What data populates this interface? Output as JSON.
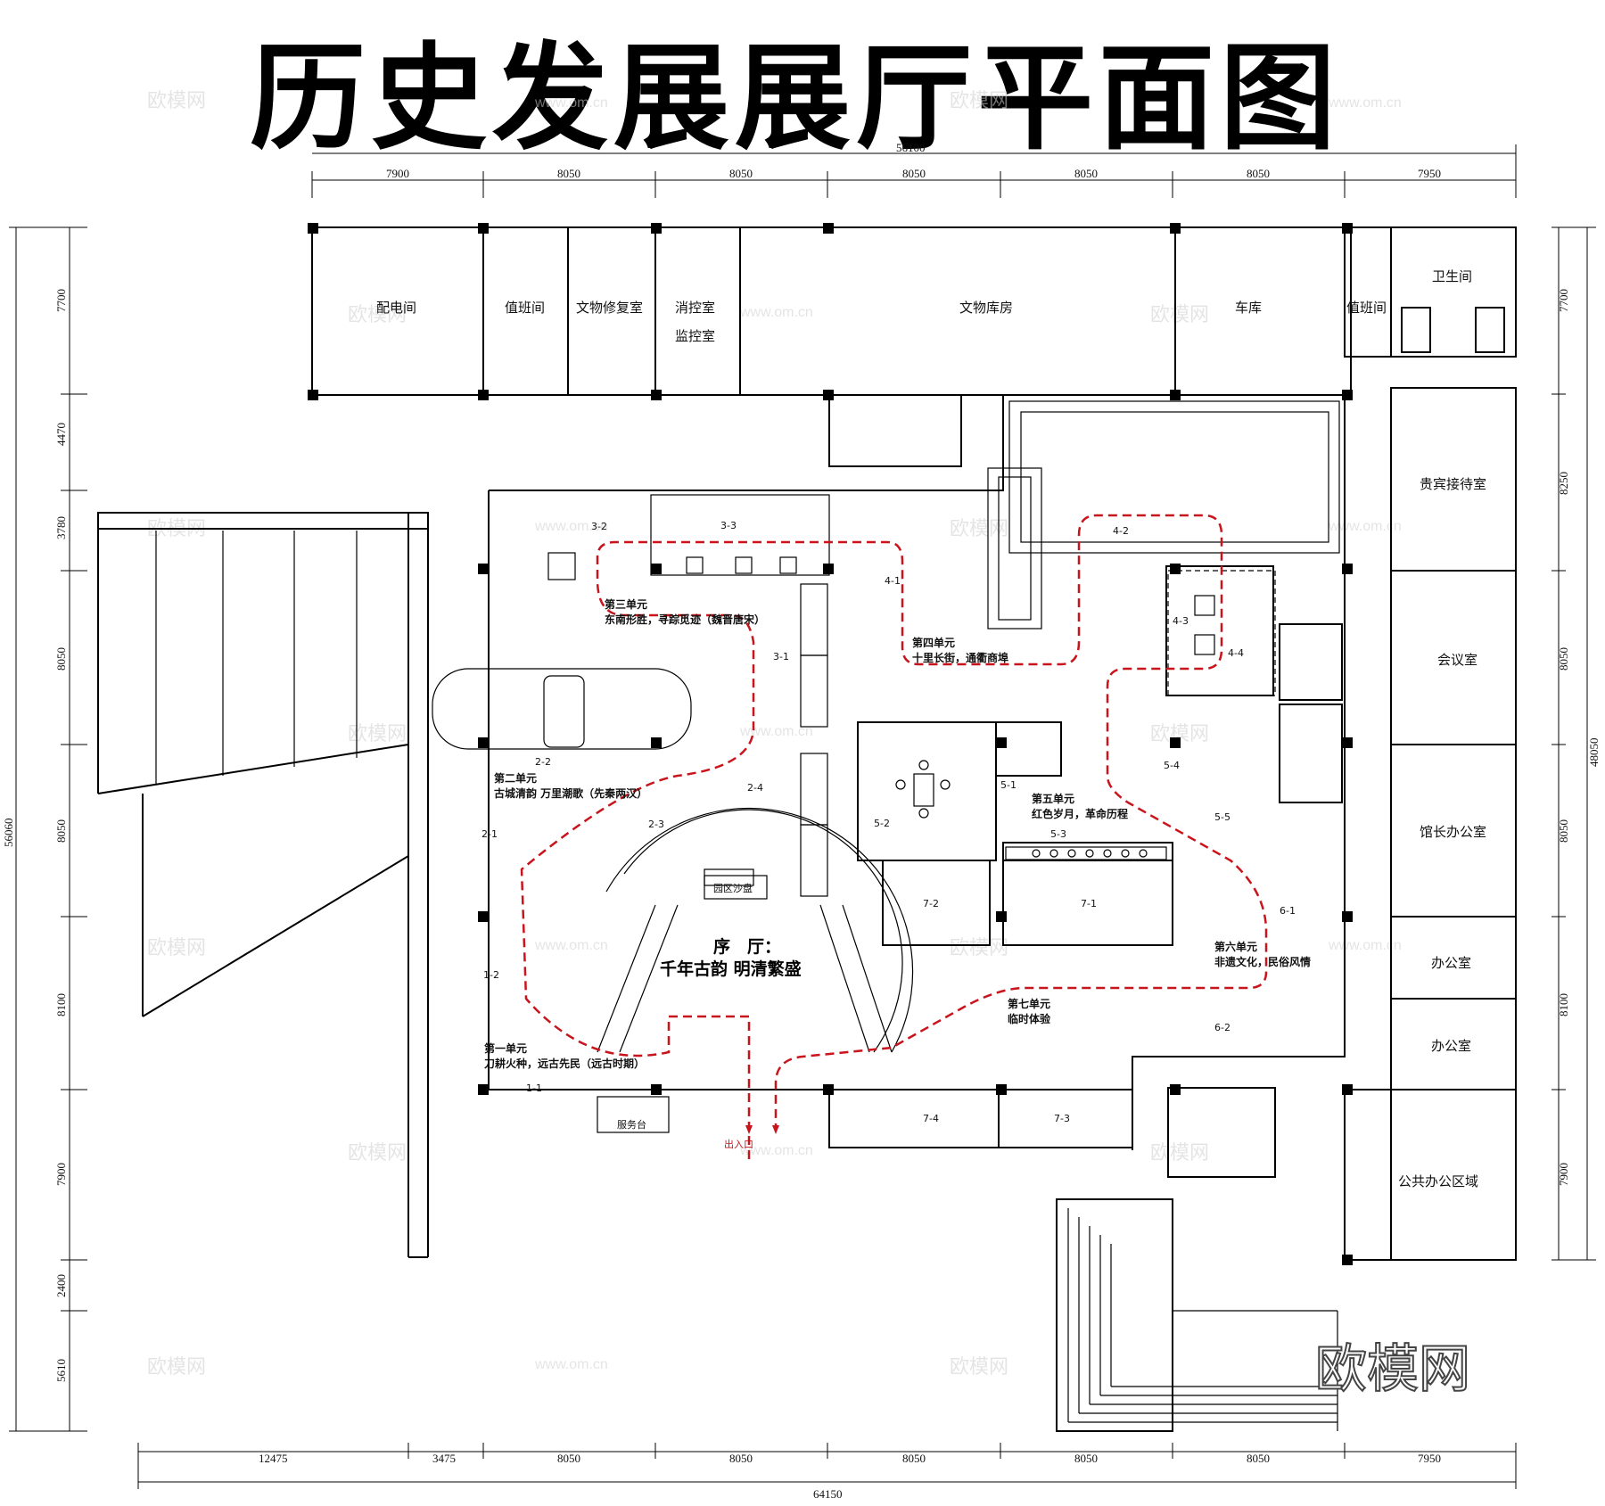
{
  "title": "历史发展展厅平面图",
  "brand": "欧模网",
  "watermark": {
    "logo": "欧模网",
    "url": "www.om.cn"
  },
  "dimensions": {
    "top_total": "56100",
    "top": [
      "7900",
      "8050",
      "8050",
      "8050",
      "8050",
      "8050",
      "7950"
    ],
    "bottom_total": "64150",
    "bottom": [
      "12475",
      "3475",
      "8050",
      "8050",
      "8050",
      "8050",
      "8050",
      "7950"
    ],
    "left_total": "56060",
    "left": [
      "7700",
      "4470",
      "3780",
      "8050",
      "8050",
      "8100",
      "7900",
      "2400",
      "5610"
    ],
    "right_total": "48050",
    "right": [
      "7700",
      "8250",
      "8050",
      "8050",
      "8100",
      "7900"
    ]
  },
  "rooms": {
    "power": "配电间",
    "duty1": "值班间",
    "restore": "文物修复室",
    "fire": "消控室",
    "monitor": "监控室",
    "storage": "文物库房",
    "garage": "车库",
    "duty2": "值班间",
    "toilet": "卫生间",
    "vip": "贵宾接待室",
    "meeting": "会议室",
    "director": "馆长办公室",
    "office1": "办公室",
    "office2": "办公室",
    "public_office": "公共办公区域",
    "service": "服务台",
    "sandbox": "园区沙盘",
    "entrance": "出入口"
  },
  "lobby": {
    "line1": "序　厅：",
    "line2": "千年古韵 明清繁盛"
  },
  "units": {
    "u1": {
      "title": "第一单元",
      "sub": "刀耕火种，远古先民（远古时期）"
    },
    "u2": {
      "title": "第二单元",
      "sub": "古城清韵 万里潮歌（先秦两汉）"
    },
    "u3": {
      "title": "第三单元",
      "sub": "东南形胜，寻踪觅迹（魏晋唐宋）"
    },
    "u4": {
      "title": "第四单元",
      "sub": "十里长街，通衢商埠"
    },
    "u5": {
      "title": "第五单元",
      "sub": "红色岁月，革命历程"
    },
    "u6": {
      "title": "第六单元",
      "sub": "非遗文化，民俗风情"
    },
    "u7": {
      "title": "第七单元",
      "sub": "临时体验"
    }
  },
  "zones": {
    "z1_1": "1-1",
    "z1_2": "1-2",
    "z2_1": "2-1",
    "z2_2": "2-2",
    "z2_3": "2-3",
    "z2_4": "2-4",
    "z3_1": "3-1",
    "z3_2": "3-2",
    "z3_3": "3-3",
    "z4_1": "4-1",
    "z4_2": "4-2",
    "z4_3": "4-3",
    "z4_4": "4-4",
    "z5_1": "5-1",
    "z5_2": "5-2",
    "z5_3": "5-3",
    "z5_4": "5-4",
    "z5_5": "5-5",
    "z6_1": "6-1",
    "z6_2": "6-2",
    "z7_1": "7-1",
    "z7_2": "7-2",
    "z7_3": "7-3",
    "z7_4": "7-4"
  },
  "colors": {
    "route": "#c8141c",
    "wall": "#000000",
    "background": "#ffffff"
  }
}
